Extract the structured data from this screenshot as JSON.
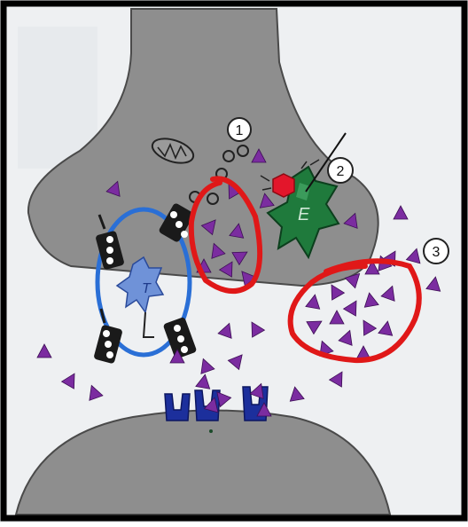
{
  "diagram": {
    "labels": {
      "marker_1": "1",
      "marker_2": "2",
      "marker_3": "3",
      "enzyme_e": "E",
      "enzyme_t": "T"
    },
    "colors": {
      "frame": "#000000",
      "neuron_fill": "#8e8e8e",
      "neuron_stroke": "#4a4a4a",
      "background": "#eef0f2",
      "neurotransmitter": "#7b2ca0",
      "highlight_ring": "#e01818",
      "transporter_ring": "#2a6fd6",
      "transporter_core": "#6f92d8",
      "enzyme_green": "#1f7a3c",
      "enzyme_hex_red": "#e3162b",
      "receptor_blue": "#1c2f9c",
      "pump_dark": "#1a1a1a"
    }
  }
}
